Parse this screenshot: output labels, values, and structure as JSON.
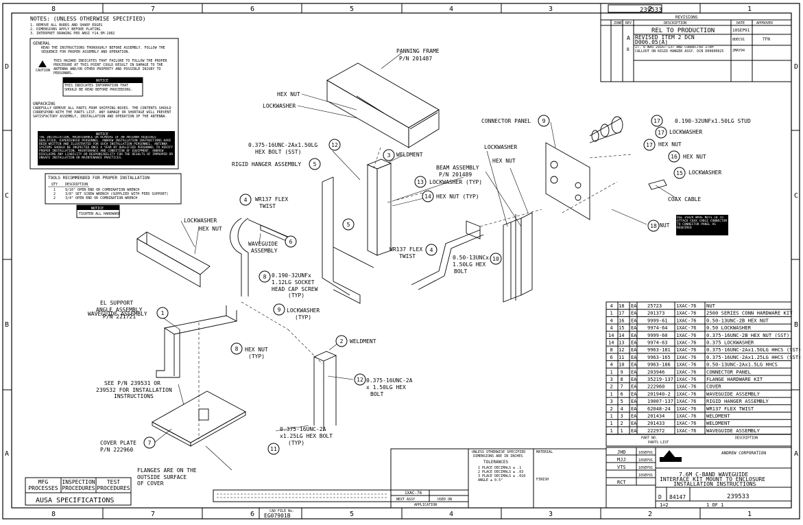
{
  "zones": {
    "top": [
      "8",
      "7",
      "6",
      "5",
      "4",
      "3",
      "2",
      "1"
    ],
    "side": [
      "D",
      "C",
      "B",
      "A"
    ]
  },
  "title_block": {
    "drawing_number_top": "239533",
    "company": "ANDREW CORPORATION",
    "title_lines": [
      "7.6M C-BAND WAVEGUIDE",
      "INTERFACE KIT MOUNT TO ENCLOSURE",
      "INSTALLATION INSTRUCTIONS"
    ],
    "size": "D",
    "cage": "84147",
    "dwg_no": "239533",
    "scale": "1=2",
    "sheet_fraction": "1 OF 1",
    "cad_file_label": "CAD FILE No.",
    "cad_file": "EG07901B",
    "approvals": [
      [
        "JHD",
        "10SEP91"
      ],
      [
        "MJJ",
        "10SEP91"
      ],
      [
        "VTS",
        "10SEP91"
      ],
      [
        "",
        "10SEP91"
      ],
      [
        "RCT",
        "-"
      ]
    ],
    "application_label": "APPLICATION",
    "next_assy_label": "NEXT ASSY",
    "used_on_label": "USED ON",
    "model": "1XAC-76",
    "parts_list_label": "PARTS LIST",
    "material_label": "MATERIAL",
    "finish_label": "FINISH",
    "tolerances_title": "TOLERANCES",
    "tolerance_lines": [
      "UNLESS OTHERWISE SPECIFIED",
      "DIMENSIONS ARE IN INCHES",
      "1 PLACE DECIMALS ± .1",
      "2 PLACE DECIMALS ± .03",
      "3 PLACE DECIMALS ± .010",
      "ANGLE ± 0.5°"
    ]
  },
  "revisions": {
    "title": "REVISIONS",
    "headers": [
      "ZONE",
      "REV",
      "DESCRIPTION",
      "DATE",
      "APPROVED"
    ],
    "rows": [
      {
        "rev": "",
        "desc": "REL TO PRODUCTION",
        "date": "10SEP91",
        "appr": ""
      },
      {
        "rev": "A",
        "desc": "REVISED ITEM 2 DCN D006.05(A)",
        "date": "8DEC91",
        "appr": "TFN"
      },
      {
        "rev": "B",
        "desc": "IT. 6 WAS 29167-137 AND CORRECTED ITEM CALLOUT ON RIGID HANGER ASSY. DCN D00600025",
        "date": "2MAY94",
        "appr": ""
      }
    ]
  },
  "notes": {
    "title": "NOTES: (UNLESS OTHERWISE SPECIFIED)",
    "lines": [
      "1. REMOVE ALL BURRS AND SHARP EDGES",
      "2. DIMENSIONS APPLY BEFORE PLATING",
      "3. INTERPRET DRAWING PER ANSI Y14.5M-1982"
    ],
    "general_title": "GENERAL",
    "general_text": "READ THE INSTRUCTIONS THOROUGHLY BEFORE ASSEMBLY. FOLLOW THE SEQUENCE FOR PROPER ASSEMBLY AND OPERATION.",
    "caution_label": "CAUTION",
    "caution_text": "THIS HAZARD INDICATES THAT FAILURE TO FOLLOW THE PROPER PROCEDURE AT THIS POINT COULD RESULT IN DAMAGE TO THE ANTENNA AND/OR OTHER PROPERTY AND POSSIBLE INJURY TO PERSONNEL.",
    "notice_label": "NOTICE",
    "notice_text": "THIS INDICATES INFORMATION THAT SHOULD BE READ BEFORE PROCEEDING.",
    "unpacking_title": "UNPACKING",
    "unpacking_text": "CAREFULLY REMOVE ALL PARTS FROM SHIPPING BOXES. THE CONTENTS SHOULD CORRESPOND WITH THE PARTS LIST. ANY DAMAGE OR SHORTAGE WILL PREVENT SATISFACTORY ASSEMBLY, INSTALLATION AND OPERATION OF THE ANTENNA.",
    "notice2_label": "NOTICE",
    "notice2_text": "THE INSTALLATION, MAINTENANCE OR REMOVAL OF AN ANTENNA REQUIRES QUALIFIED, EXPERIENCED PERSONNEL. ANDREW INSTALLATION INSTRUCTIONS HAVE BEEN WRITTEN AND ILLUSTRATED FOR SUCH INSTALLATION PERSONNEL. ANTENNA SYSTEMS SHOULD BE INSPECTED ONCE A YEAR BY QUALIFIED PERSONNEL TO VERIFY PROPER INSTALLATION, MAINTENANCE AND CONDITION OF EQUIPMENT. ANDREW DISCLAIMS ANY LIABILITY OR RESPONSIBILITY FOR THE RESULTS OF IMPROPER OR UNSAFE INSTALLATION OR MAINTENANCE PRACTICES."
  },
  "tools": {
    "title": "TOOLS RECOMMENDED FOR PROPER INSTALLATION",
    "headers": [
      "QTY",
      "DESCRIPTION"
    ],
    "rows": [
      [
        "1",
        "9/16\" OPEN END OR COMBINATION WRENCH"
      ],
      [
        "2",
        "3/8\" SET SCREW WRENCH (SUPPLIED WITH FEED SUPPORT)"
      ],
      [
        "2",
        "3/4\" OPEN END OR COMBINATION WRENCH"
      ]
    ],
    "notice_label": "NOTICE",
    "notice_text": "TIGHTEN ALL HARDWARE"
  },
  "bottom_left": {
    "headers": [
      "MFG PROCESSES",
      "INSPECTION PROCEDURES",
      "TEST PROCEDURES"
    ],
    "specs": "AUSA SPECIFICATIONS"
  },
  "parts_list": {
    "headers": [
      "QTY",
      "ITEM",
      "U/M",
      "PART NO.",
      "MODEL",
      "DESCRIPTION"
    ],
    "rows": [
      [
        "4",
        "18",
        "EA",
        "25723",
        "1XAC-76",
        "NUT"
      ],
      [
        "1",
        "17",
        "EA",
        "201373",
        "1XAC-76",
        "2500 SERIES CONN HARDWARE KIT"
      ],
      [
        "4",
        "16",
        "EA",
        "9999-61",
        "1XAC-76",
        "0.50-13UNC-2B HEX NUT"
      ],
      [
        "4",
        "15",
        "EA",
        "9974-64",
        "1XAC-76",
        "0.50 LOCKWASHER"
      ],
      [
        "14",
        "14",
        "EA",
        "9999-60",
        "1XAC-76",
        "0.375-16UNC-2B HEX NUT (SST)"
      ],
      [
        "14",
        "13",
        "EA",
        "9974-63",
        "1XAC-76",
        "0.375 LOCKWASHER"
      ],
      [
        "8",
        "12",
        "EA",
        "9963-181",
        "1XAC-76",
        "0.375-16UNC-2Ax1.50LG HHCS (SST)"
      ],
      [
        "6",
        "11",
        "EA",
        "9963-165",
        "1XAC-76",
        "0.375-16UNC-2Ax1.25LG HHCS (SST)"
      ],
      [
        "4",
        "10",
        "EA",
        "9963-186",
        "1XAC-76",
        "0.50-13UNC-2Ax1.5LG HHCS"
      ],
      [
        "1",
        "9",
        "EA",
        "203946",
        "1XAC-76",
        "CONNECTOR PANEL"
      ],
      [
        "3",
        "8",
        "EA",
        "35219-137",
        "1XAC-76",
        "FLANGE HARDWARE KIT"
      ],
      [
        "2",
        "7",
        "EA",
        "222960",
        "1XAC-76",
        "COVER"
      ],
      [
        "1",
        "6",
        "EA",
        "201940-2",
        "1XAC-76",
        "WAVEGUIDE ASSEMBLY"
      ],
      [
        "3",
        "5",
        "EA",
        "19007-137",
        "1XAC-76",
        "RIGID HANGER ASSEMBLY"
      ],
      [
        "2",
        "4",
        "EA",
        "62048-24",
        "1XAC-76",
        "WR137 FLEX TWIST"
      ],
      [
        "1",
        "3",
        "EA",
        "201434",
        "1XAC-76",
        "WELDMENT"
      ],
      [
        "1",
        "2",
        "EA",
        "201433",
        "1XAC-76",
        "WELDMENT"
      ],
      [
        "1",
        "1",
        "EA",
        "222972",
        "1XAC-76",
        "WAVEGUIDE ASSEMBLY"
      ]
    ]
  },
  "callouts": {
    "panning_frame": [
      "PANNING FRAME",
      "P/N 201487"
    ],
    "hex_nut": "HEX NUT",
    "lockwasher": "LOCKWASHER",
    "hex_bolt_sst": [
      "0.375-16UNC-2Ax1.50LG",
      "HEX BOLT (SST)"
    ],
    "rigid_hanger": "RIGID HANGER ASSEMBLY",
    "weldment": "WELDMENT",
    "lockwasher_typ": "LOCKWASHER (TYP)",
    "hex_nut_typ": "HEX NUT (TYP)",
    "beam_assembly": [
      "BEAM ASSEMBLY",
      "P/N 201489"
    ],
    "connector_panel": "CONNECTOR PANEL",
    "stud": "0.190-32UNFx1.50LG STUD",
    "coax_cable": "COAX CABLE",
    "nut": "NUT",
    "wr137_flex_twist": [
      "WR137 FLEX",
      "TWIST"
    ],
    "waveguide_assembly": [
      "WAVEGUIDE",
      "ASSEMBLY"
    ],
    "el_support": [
      "EL SUPPORT",
      "ANGLE ASSEMBLY",
      "P/N 221721"
    ],
    "socket_screw": [
      "0.190-32UNFx",
      "1.12LG SOCKET",
      "HEAD CAP SCREW",
      "(TYP)"
    ],
    "waveguide_assembly_1": "WAVEGUIDE ASSEMBLY",
    "bolt_050": [
      "0.50-13UNCx",
      "1.50LG HEX",
      "BOLT"
    ],
    "see_pn": [
      "SEE P/N 239531 OR",
      "239532 FOR INSTALLATION",
      "INSTRUCTIONS"
    ],
    "cover_plate": [
      "COVER PLATE",
      "P/N 222960"
    ],
    "flanges_note": [
      "FLANGES ARE ON THE",
      "OUTSIDE SURFACE",
      "OF COVER"
    ],
    "bolt_125": [
      "0.375-16UNC-2A",
      "x1.25LG HEX BOLT",
      "(TYP)"
    ],
    "bolt_150": [
      "0.375-16UNC-2A",
      "x 1.50LG HEX",
      "BOLT"
    ],
    "notice_connector": "USE 35029 WAVE NUTS 18 TO ATTACH COAX CABLE CONNECTOR TO CONNECTOR PANEL AS REQUIRED",
    "weldment_2": "WELDMENT",
    "lockwasher_typ_9": [
      "LOCKWASHER",
      "(TYP)"
    ],
    "hex_nut_typ_8": [
      "HEX NUT",
      "(TYP)"
    ]
  }
}
